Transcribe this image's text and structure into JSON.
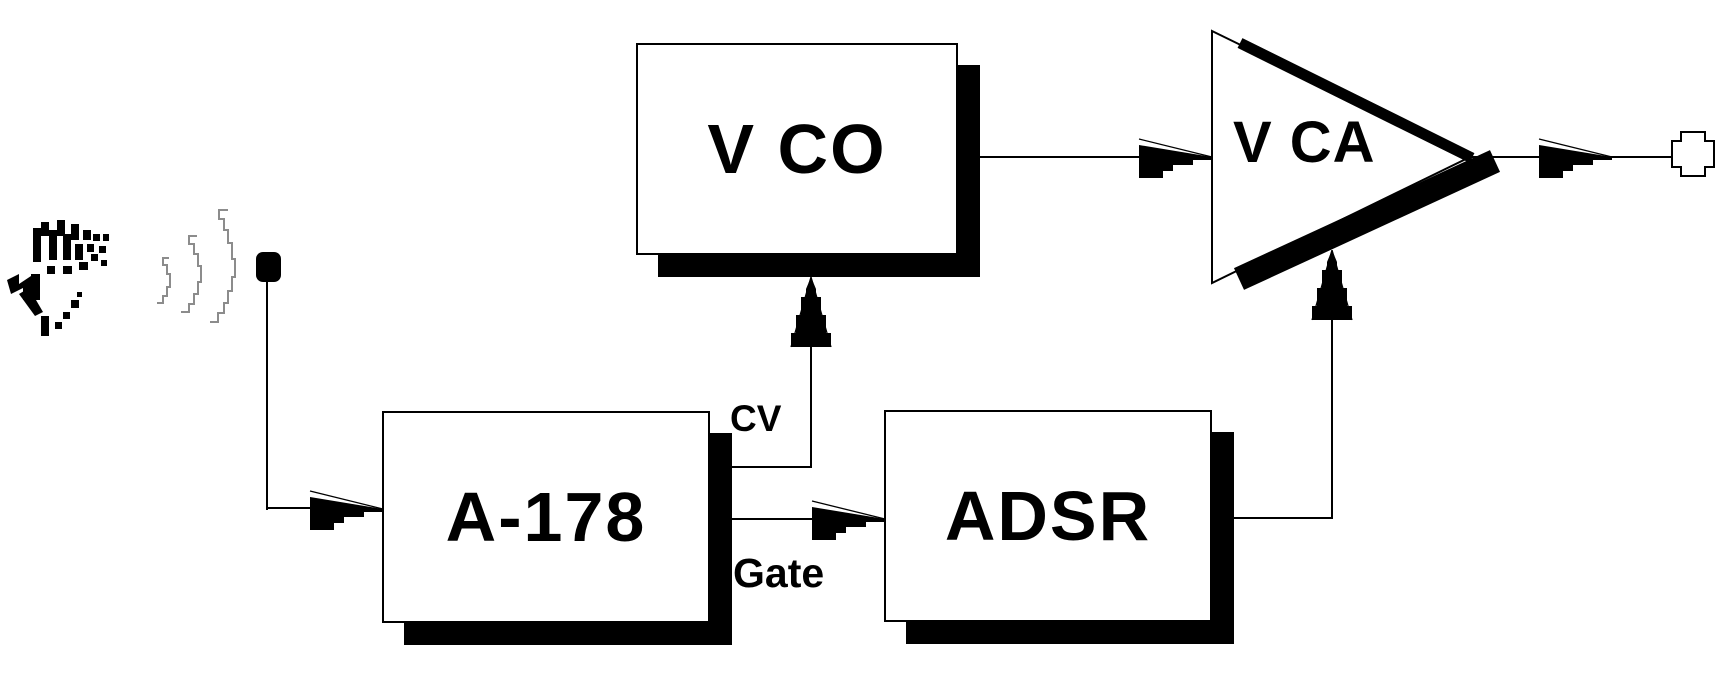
{
  "diagram": {
    "type": "signal-flow-block-diagram",
    "blocks": {
      "a178": {
        "label": "A-178"
      },
      "vco": {
        "label": "V CO"
      },
      "adsr": {
        "label": "ADSR"
      },
      "vca": {
        "label": "V CA"
      }
    },
    "wire_labels": {
      "cv": "CV",
      "gate": "Gate"
    },
    "icons": {
      "hand": "pixelated-hand-icon",
      "waves": "field-wave-arcs-icon",
      "antenna": "antenna-node",
      "arrows": "stepped-arrow",
      "output": "output-port-icon"
    },
    "connections": [
      {
        "from": "hand",
        "to": "a178",
        "label": ""
      },
      {
        "from": "a178",
        "to": "vco",
        "label": "CV"
      },
      {
        "from": "a178",
        "to": "adsr",
        "label": "Gate"
      },
      {
        "from": "vco",
        "to": "vca",
        "label": ""
      },
      {
        "from": "adsr",
        "to": "vca",
        "label": ""
      },
      {
        "from": "vca",
        "to": "output-port",
        "label": ""
      }
    ],
    "colors": {
      "ink": "#000000",
      "paper": "#ffffff",
      "wave_gray": "#8c8c8c"
    }
  }
}
